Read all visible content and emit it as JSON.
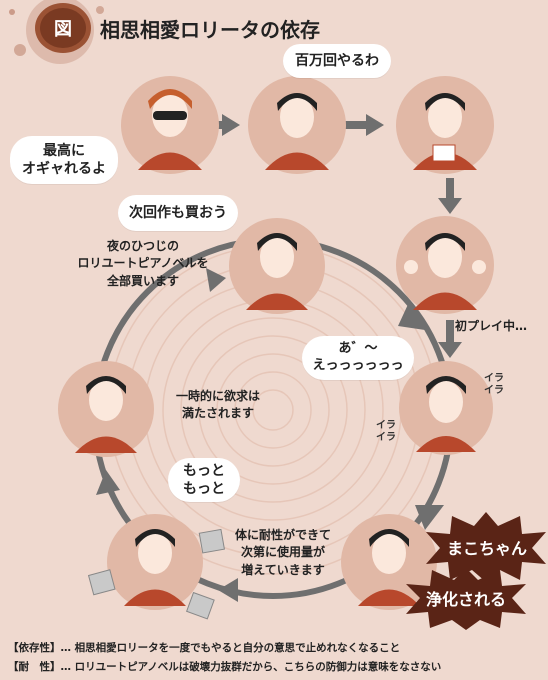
{
  "header": {
    "badge": "図",
    "title": "相思相愛ロリータの依存"
  },
  "bubbles": {
    "best": "最高に\nオギャれるよ",
    "million": "百万回やるわ",
    "next": "次回作も買おう",
    "agh": "あ゛～\nえっっっっっっ",
    "more": "もっと\nもっと"
  },
  "labels": {
    "night": "夜のひつじの\nロリユートピアノベルを\n全部買います",
    "playing": "初プレイ中…",
    "satisfied": "一時的に欲求は\n満たされます",
    "tolerance": "体に耐性ができて\n次第に使用量が\n増えていきます",
    "ira1": "イラ\nイラ",
    "ira2": "イラ\nイラ"
  },
  "bursts": {
    "mako": "まこちゃん",
    "purify": "浄化される"
  },
  "footer": {
    "line1": "【依存性】… 相思相愛ロリータを一度でもやると自分の意思で止めれなくなること",
    "line2": "【耐　性】… ロリユートピアノベルは破壊力抜群だから、こちらの防御力は意味をなさない"
  },
  "colors": {
    "bg": "#efd9cf",
    "circle": "#e1b8a6",
    "shirt": "#b8482c",
    "accent": "#7a3a22",
    "arrow": "#6f6f6f",
    "burst": "#5a2416"
  }
}
